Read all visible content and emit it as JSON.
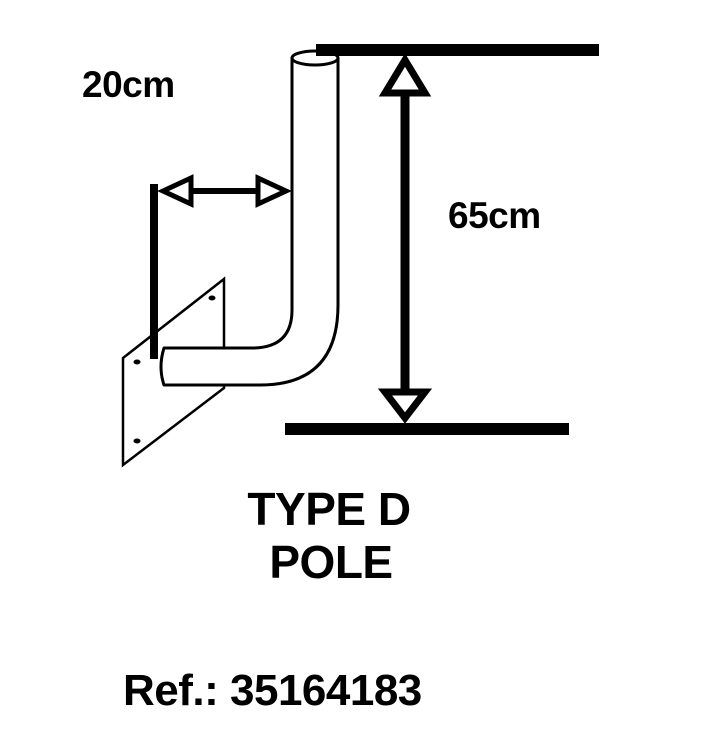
{
  "diagram": {
    "dimensions": {
      "offset": {
        "label": "20cm"
      },
      "height": {
        "label": "65cm"
      }
    },
    "title": {
      "line1": "TYPE D",
      "line2": "POLE"
    },
    "reference": "Ref.: 35164183",
    "colors": {
      "stroke": "#000000",
      "background": "#ffffff"
    }
  }
}
